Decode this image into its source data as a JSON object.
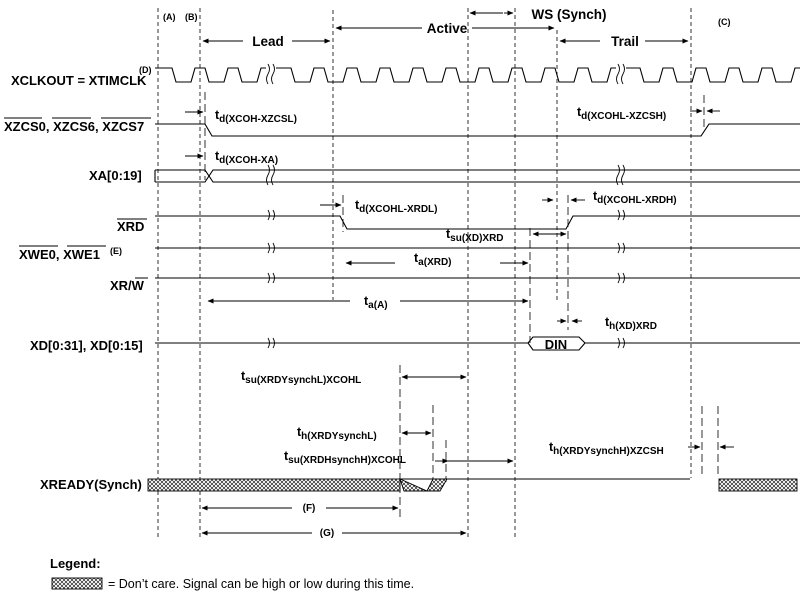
{
  "signals": {
    "clk": "XCLKOUT = XTIMCLK",
    "clk_note": "(D)",
    "cs": [
      "XZCS0",
      "XZCS6",
      "XZCS7"
    ],
    "xa": "XA[0:19]",
    "rd": "XRD",
    "we": [
      "XWE0",
      "XWE1"
    ],
    "we_note": "(E)",
    "rw": [
      "XR/",
      "W"
    ],
    "xd": "XD[0:31], XD[0:15]",
    "xready": "XREADY(Synch)"
  },
  "markers": {
    "a": "(A)",
    "b": "(B)",
    "c": "(C)",
    "f": "(F)",
    "g": "(G)"
  },
  "phases": {
    "lead": "Lead",
    "active": "Active",
    "trail": "Trail",
    "ws": "WS (Synch)"
  },
  "data_label": "DIN",
  "timings": {
    "xcoh_xzcsl": [
      "t",
      "d(XCOH-XZCSL)"
    ],
    "xcohl_xzcsh": [
      "t",
      "d(XCOHL-XZCSH)"
    ],
    "xcoh_xa": [
      "t",
      "d(XCOH-XA)"
    ],
    "xcohl_xrdl": [
      "t",
      "d(XCOHL-XRDL)"
    ],
    "xcohl_xrdh": [
      "t",
      "d(XCOHL-XRDH)"
    ],
    "su_xd_xrd": [
      "t",
      "su(XD)XRD"
    ],
    "a_xrd": [
      "t",
      "a(XRD)"
    ],
    "a_a": [
      "t",
      "a(A)"
    ],
    "h_xd_xrd": [
      "t",
      "h(XD)XRD"
    ],
    "su_rdy_l": [
      "t",
      "su(XRDYsynchL)XCOHL"
    ],
    "h_rdy_l": [
      "t",
      "h(XRDYsynchL)"
    ],
    "su_rdy_h": [
      "t",
      "su(XRDHsynchH)XCOHL"
    ],
    "h_rdy_h": [
      "t",
      "h(XRDYsynchH)XZCSH"
    ]
  },
  "legend": {
    "title": "Legend:",
    "text": "= Don’t care. Signal can be high or low during this time."
  }
}
